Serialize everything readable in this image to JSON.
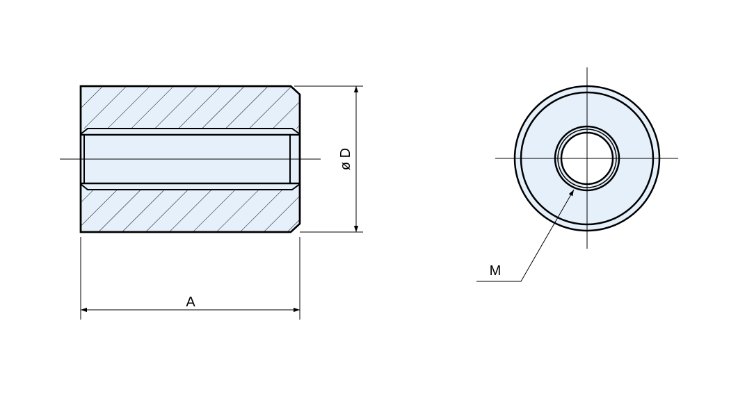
{
  "dimensions": {
    "length_label": "A",
    "diameter_label": "ø D",
    "thread_label": "M"
  },
  "colors": {
    "fill": "#e6f0fa",
    "line": "#000000",
    "background": "#ffffff"
  }
}
